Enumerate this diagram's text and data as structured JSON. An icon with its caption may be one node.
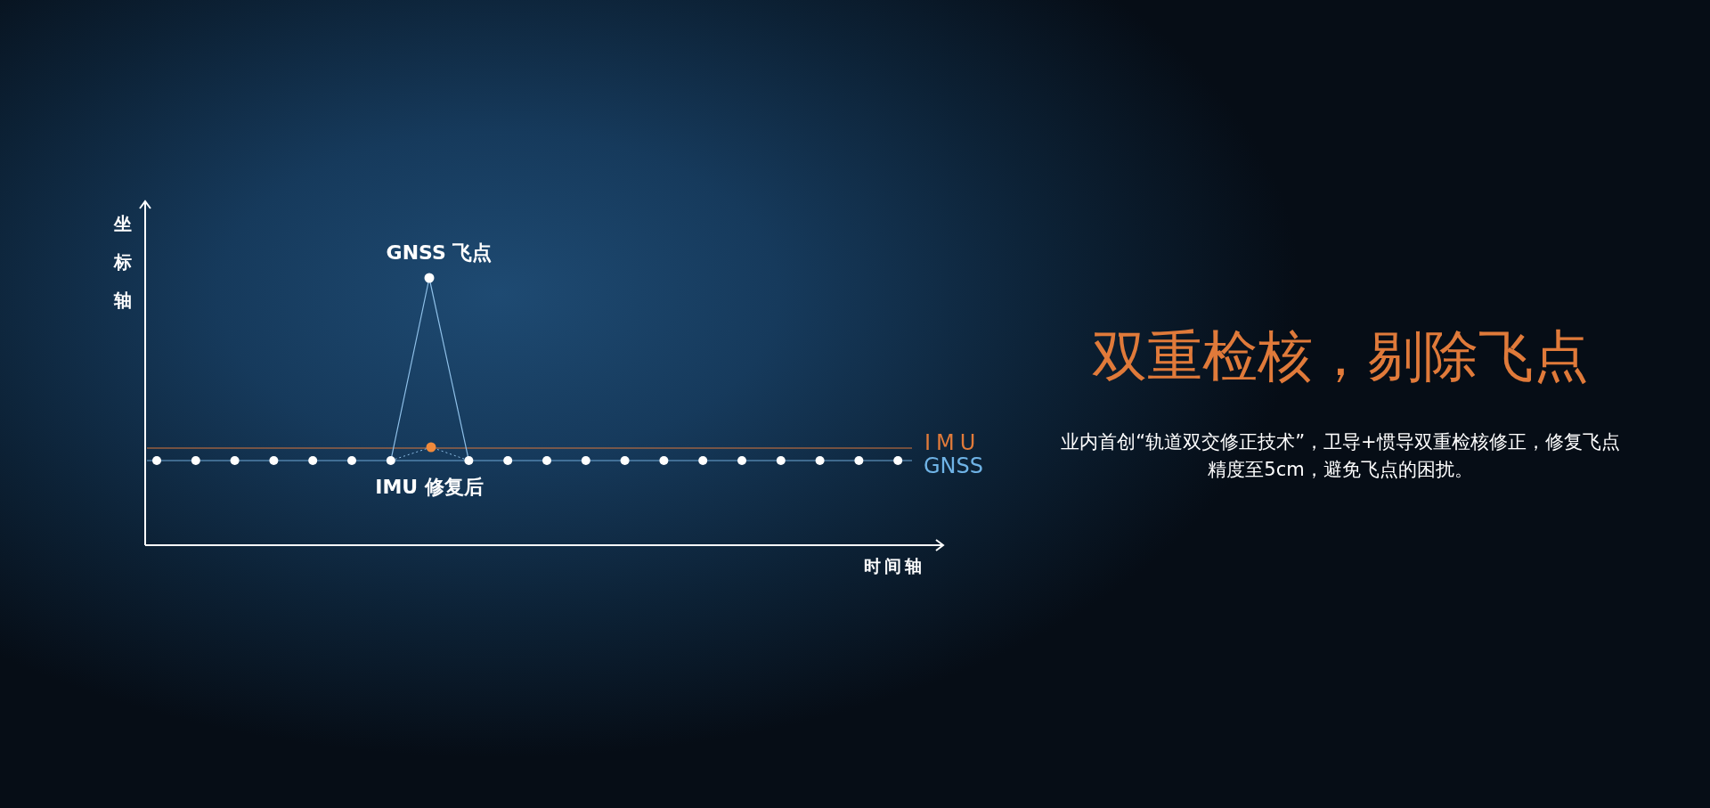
{
  "diagram": {
    "title": "双重检核，剔除飞点",
    "labels": [
      "坐标轴",
      "GNSS 飞点",
      "IMU",
      "GNSS",
      "IMU 修复后",
      "时间轴",
      "业内首创“轨道双交修正技术”，卫导+惯导双重检核修正，修复飞点精度至5cm，避免飞点的困扰。"
    ]
  }
}
